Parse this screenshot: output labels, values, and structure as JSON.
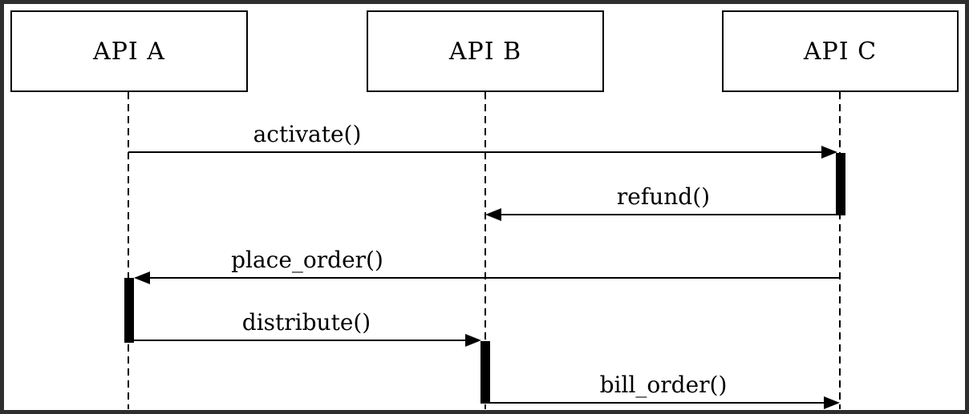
{
  "diagram": {
    "type": "uml-sequence-diagram",
    "colors": {
      "line": "#000000",
      "background": "#ffffff",
      "frame": "#2e2e2e"
    },
    "actors": [
      {
        "name": "API A"
      },
      {
        "name": "API B"
      },
      {
        "name": "API C"
      }
    ],
    "messages": [
      {
        "label": "activate()",
        "from": "API A",
        "to": "API C",
        "direction": "right"
      },
      {
        "label": "refund()",
        "from": "API C",
        "to": "API B",
        "direction": "left"
      },
      {
        "label": "place_order()",
        "from": "API C",
        "to": "API A",
        "direction": "left"
      },
      {
        "label": "distribute()",
        "from": "API A",
        "to": "API B",
        "direction": "right"
      },
      {
        "label": "bill_order()",
        "from": "API B",
        "to": "API C",
        "direction": "right"
      }
    ]
  }
}
